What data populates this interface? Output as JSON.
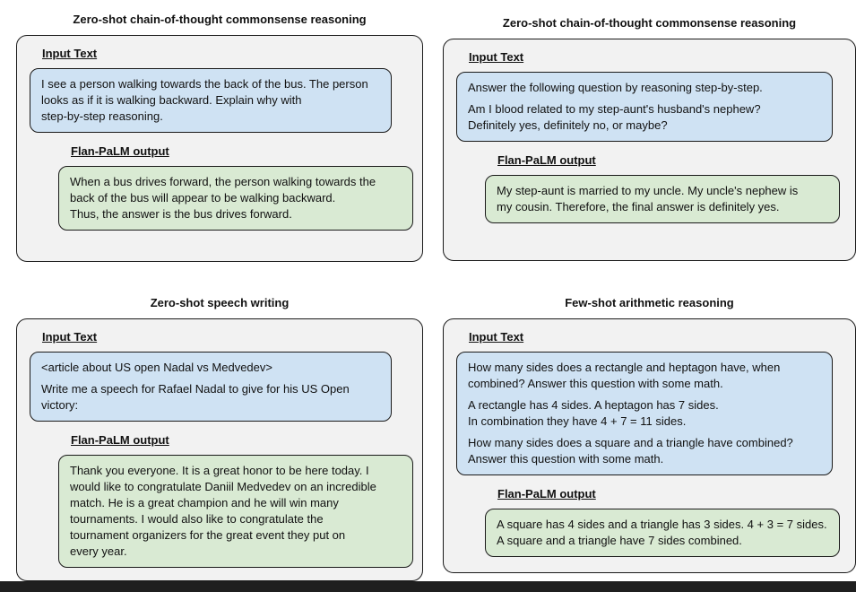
{
  "figure": {
    "colors": {
      "panel_bg": "#f2f2f2",
      "input_box_bg": "#cfe2f3",
      "output_box_bg": "#d9ead3",
      "border": "#1a1a1a",
      "bottom_bar": "#1f1f1f"
    },
    "panels": [
      {
        "title": "Zero-shot chain-of-thought commonsense reasoning",
        "input_label": "Input Text",
        "output_label": "Flan-PaLM output",
        "input_paragraphs": [
          "I see a person walking towards the back of the bus. The person\nlooks as if it is walking backward. Explain why with\nstep-by-step reasoning."
        ],
        "output_paragraphs": [
          "When a bus drives forward, the person walking towards the\nback of the bus will appear to be walking backward.\nThus, the answer is the bus drives forward."
        ]
      },
      {
        "title": "Zero-shot chain-of-thought commonsense reasoning",
        "input_label": "Input Text",
        "output_label": "Flan-PaLM output",
        "input_paragraphs": [
          "Answer the following question by reasoning step-by-step.",
          "Am I blood related to my step-aunt's husband's nephew?\nDefinitely yes, definitely no, or maybe?"
        ],
        "output_paragraphs": [
          "My step-aunt is married to my uncle. My uncle's nephew is\nmy cousin. Therefore, the final answer is definitely yes."
        ]
      },
      {
        "title": "Zero-shot speech writing",
        "input_label": "Input Text",
        "output_label": "Flan-PaLM output",
        "input_paragraphs": [
          "<article about US open Nadal vs Medvedev>",
          "Write me a speech for Rafael Nadal to give for his US Open\nvictory:"
        ],
        "output_paragraphs": [
          "Thank you everyone. It is a great honor to be here today. I\nwould like to congratulate Daniil Medvedev on an incredible\nmatch. He is a great champion and he will win many\ntournaments. I would also like to congratulate the\ntournament organizers for the great event they put on\nevery year."
        ]
      },
      {
        "title": "Few-shot arithmetic reasoning",
        "input_label": "Input Text",
        "output_label": "Flan-PaLM output",
        "input_paragraphs": [
          "How many sides does a rectangle and heptagon have, when\ncombined? Answer this question with some math.",
          "A rectangle has 4 sides. A heptagon has 7 sides.\nIn combination they have 4 + 7 = 11 sides.",
          "How many sides does a square and a triangle have combined?\nAnswer this question with some math."
        ],
        "output_paragraphs": [
          "A square has 4 sides and a triangle has 3 sides. 4 + 3 = 7 sides.\nA square and a triangle have 7 sides combined."
        ]
      }
    ]
  }
}
